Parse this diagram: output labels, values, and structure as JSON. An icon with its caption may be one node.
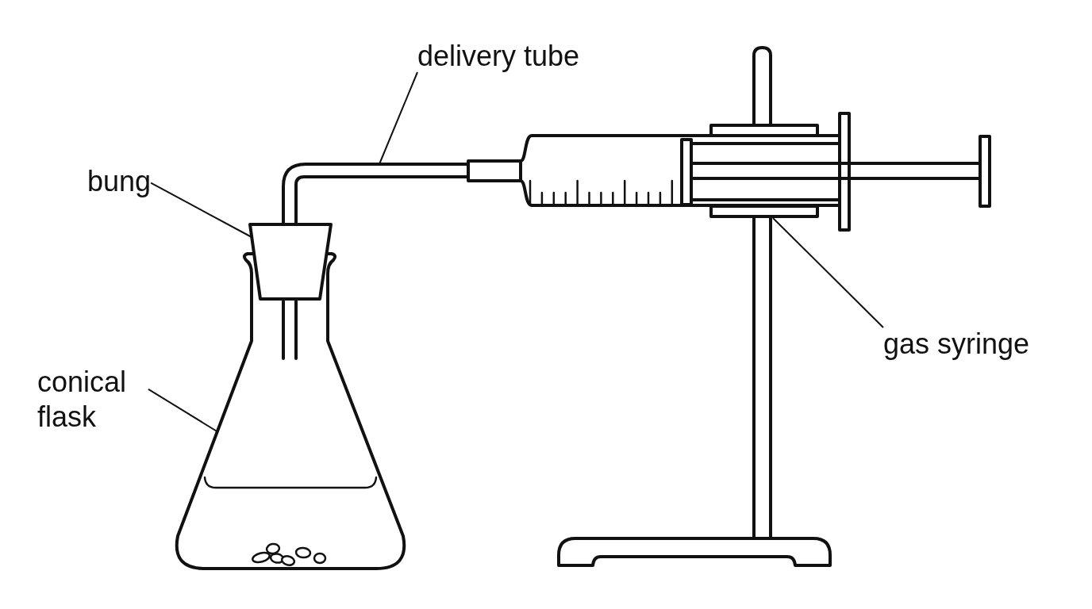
{
  "diagram": {
    "nodes": [
      {
        "text": [
          "delivery tube"
        ]
      },
      {
        "text": [
          "bung"
        ]
      },
      {
        "text": [
          "gas syringe"
        ]
      },
      {
        "text": [
          "conical flask"
        ]
      },
      {
        "text": [],
        "shape": "picture"
      },
      {
        "text": [],
        "shape": "box"
      },
      {
        "text": [],
        "shape": "picture"
      },
      {
        "text": [],
        "shape": "picture"
      }
    ],
    "edges": [
      {
        "from": 0,
        "to": 4,
        "arrow": "none"
      },
      {
        "from": 1,
        "to": 5,
        "arrow": "none"
      },
      {
        "from": 2,
        "to": 6,
        "arrow": "none"
      },
      {
        "from": 3,
        "to": 7,
        "arrow": "none"
      }
    ]
  }
}
